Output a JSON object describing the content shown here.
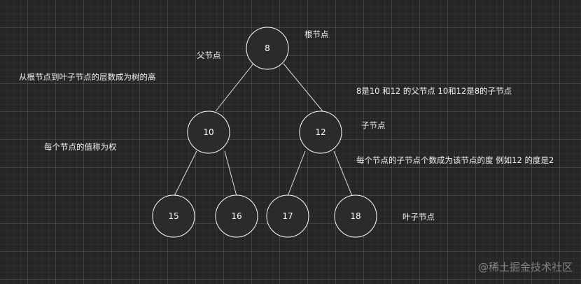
{
  "nodes": [
    {
      "id": "n8",
      "label": "8"
    },
    {
      "id": "n10",
      "label": "10"
    },
    {
      "id": "n12",
      "label": "12"
    },
    {
      "id": "n15",
      "label": "15"
    },
    {
      "id": "n16",
      "label": "16"
    },
    {
      "id": "n17",
      "label": "17"
    },
    {
      "id": "n18",
      "label": "18"
    }
  ],
  "edges": [
    {
      "from": "n8",
      "to": "n10"
    },
    {
      "from": "n8",
      "to": "n12"
    },
    {
      "from": "n10",
      "to": "n15"
    },
    {
      "from": "n10",
      "to": "n16"
    },
    {
      "from": "n12",
      "to": "n17"
    },
    {
      "from": "n12",
      "to": "n18"
    }
  ],
  "annotations": {
    "root": "根节点",
    "parent": "父节点",
    "height": "从根节点到叶子节点的层数成为树的高",
    "relation": "8是10 和12 的父节点 10和12是8的子节点",
    "child": "子节点",
    "weight": "每个节点的值称为权",
    "degree": "每个节点的子节点个数成为该节点的度 例如12 的度是2",
    "leaf": "叶子节点"
  },
  "watermark": "@稀土掘金技术社区",
  "colors": {
    "background": "#262626",
    "node_fill": "#2b2b2b",
    "node_stroke": "#ffffff",
    "edge": "#e0e0e0",
    "text": "#f2f2f2"
  }
}
